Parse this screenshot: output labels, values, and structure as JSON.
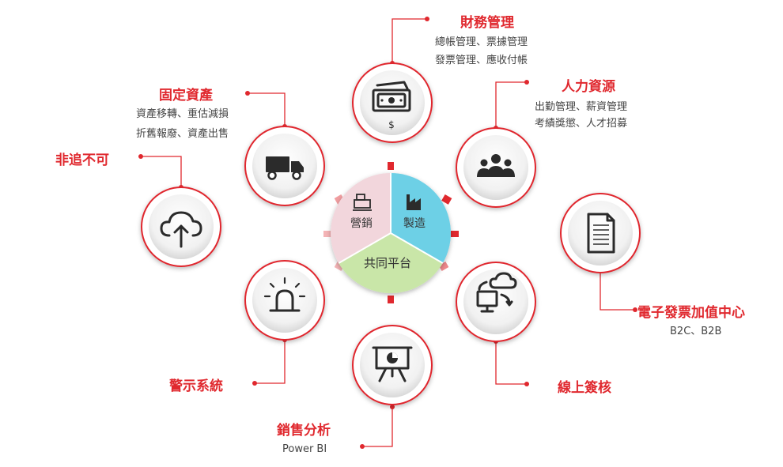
{
  "center": {
    "sectors": [
      "營銷",
      "製造",
      "共同平台"
    ]
  },
  "modules": {
    "finance": {
      "title": "財務管理",
      "lines": [
        "總帳管理、票據管理",
        "發票管理、應收付帳"
      ]
    },
    "hr": {
      "title": "人力資源",
      "lines": [
        "出勤管理、薪資管理",
        "考績獎懲、人才招募"
      ]
    },
    "assets": {
      "title": "固定資產",
      "lines": [
        "資產移轉、重估減損",
        "折舊報廢、資產出售"
      ]
    },
    "cloud": {
      "title": "非追不可"
    },
    "einvoice": {
      "title": "電子發票加值中心",
      "lines": [
        "B2C、B2B"
      ]
    },
    "alert": {
      "title": "警示系統"
    },
    "signoff": {
      "title": "線上簽核"
    },
    "sales": {
      "title": "銷售分析",
      "lines": [
        "Power BI"
      ]
    }
  },
  "icons": {
    "finance": "money-icon",
    "hr": "people-icon",
    "assets": "truck-icon",
    "cloud": "cloud-upload-icon",
    "einvoice": "document-icon",
    "alert": "siren-icon",
    "signoff": "cloud-sync-icon",
    "sales": "presentation-icon",
    "marketing": "register-icon",
    "manufacturing": "factory-icon"
  },
  "colors": {
    "accent": "#e0282e",
    "marketing": "#f2d6dc",
    "manufacturing": "#6dd0e6",
    "platform": "#c9e6a8"
  }
}
